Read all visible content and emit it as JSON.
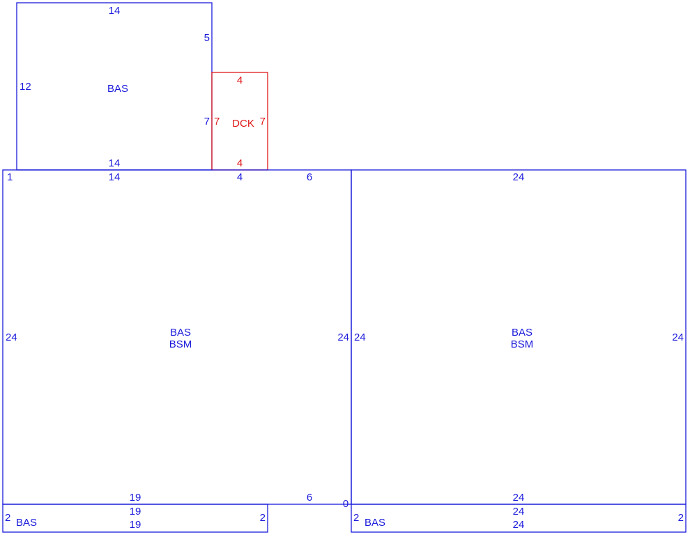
{
  "colors": {
    "structure": "#1a1adb",
    "deck": "#e01818"
  },
  "areas": {
    "upper_bas": {
      "code": "BAS",
      "dims": {
        "top": "14",
        "left": "12",
        "right_upper": "5",
        "right_lower": "7",
        "bottom": "14"
      }
    },
    "deck": {
      "code": "DCK",
      "dims": {
        "top": "4",
        "left": "7",
        "right": "7",
        "bottom": "4"
      }
    },
    "left_main": {
      "codes": [
        "BAS",
        "BSM"
      ],
      "dims": {
        "corner": "1",
        "top_a": "14",
        "top_b": "4",
        "top_c": "6",
        "left": "24",
        "right": "24",
        "bottom_a": "19",
        "bottom_b": "6"
      }
    },
    "right_main": {
      "codes": [
        "BAS",
        "BSM"
      ],
      "dims": {
        "top": "24",
        "left": "24",
        "right": "24",
        "bottom": "24",
        "corner": "0"
      }
    },
    "left_strip": {
      "code": "BAS",
      "dims": {
        "left": "2",
        "top": "19",
        "bottom": "19",
        "right": "2"
      }
    },
    "right_strip": {
      "code": "BAS",
      "dims": {
        "left": "2",
        "top": "24",
        "bottom": "24",
        "right": "2"
      }
    }
  }
}
